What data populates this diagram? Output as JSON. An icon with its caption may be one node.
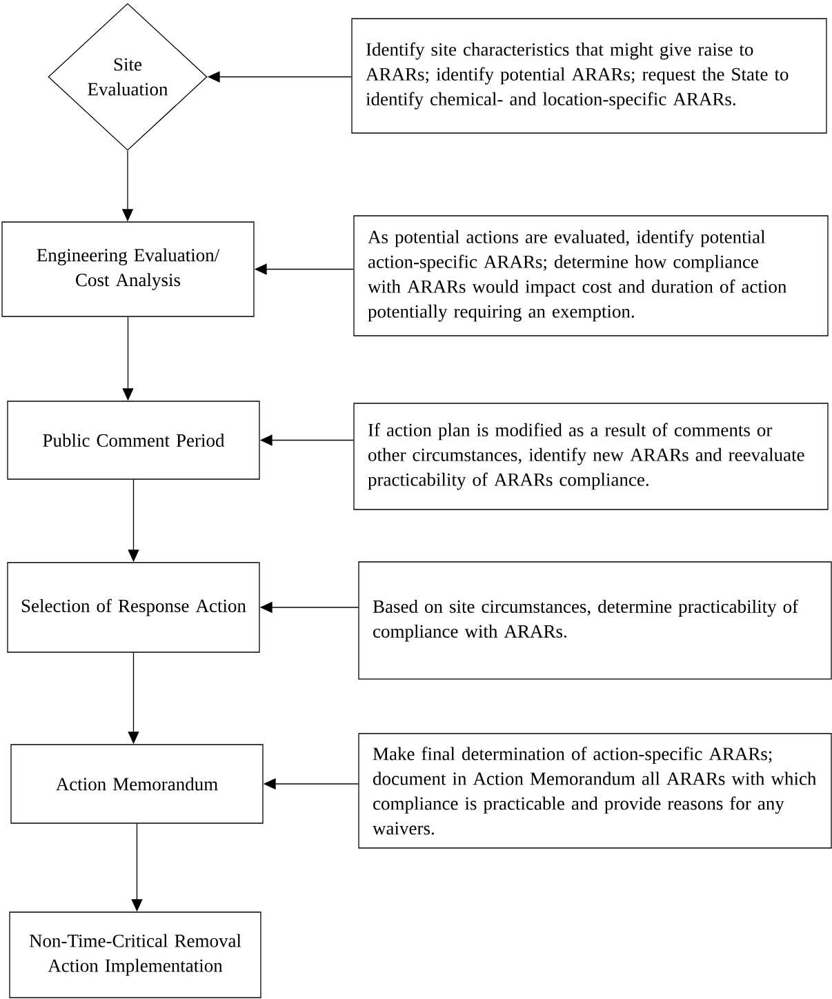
{
  "diagram": {
    "nodes": [
      {
        "text": [
          "Site Evaluation"
        ]
      },
      {
        "text": [
          "Identify site characteristics that might give raise to ARARs; identify potential ARARs; request the State to identify chemical- and location-specific ARARs."
        ]
      },
      {
        "text": [
          "Engineering Evaluation/ Cost Analysis"
        ]
      },
      {
        "text": [
          "As potential actions are evaluated, identify potential action-specific ARARs; determine how compliance with ARARs would impact cost and duration of action potentially requiring an exemption."
        ]
      },
      {
        "text": [
          "Public Comment Period"
        ]
      },
      {
        "text": [
          "If action plan is modified as a result of comments or other circumstances, identify new ARARs and reevaluate practicability of ARARs compliance."
        ]
      },
      {
        "text": [
          "Selection of Response Action"
        ]
      },
      {
        "text": [
          "Based on site circumstances, determine practicability of compliance with ARARs."
        ]
      },
      {
        "text": [
          "Action Memorandum"
        ]
      },
      {
        "text": [
          "Make final determination of action-specific ARARs; document in Action Memorandum all ARARs with which compliance is practicable and provide reasons for any waivers."
        ]
      },
      {
        "text": [
          "Non-Time-Critical Removal Action Implementation"
        ]
      }
    ],
    "edges": [
      {
        "from": 1,
        "to": 0,
        "arrow": "to"
      },
      {
        "from": 0,
        "to": 2,
        "arrow": "to"
      },
      {
        "from": 3,
        "to": 2,
        "arrow": "to"
      },
      {
        "from": 2,
        "to": 4,
        "arrow": "to"
      },
      {
        "from": 5,
        "to": 4,
        "arrow": "to"
      },
      {
        "from": 4,
        "to": 6,
        "arrow": "to"
      },
      {
        "from": 7,
        "to": 6,
        "arrow": "to"
      },
      {
        "from": 6,
        "to": 8,
        "arrow": "to"
      },
      {
        "from": 9,
        "to": 8,
        "arrow": "to"
      },
      {
        "from": 8,
        "to": 10,
        "arrow": "to"
      }
    ]
  }
}
